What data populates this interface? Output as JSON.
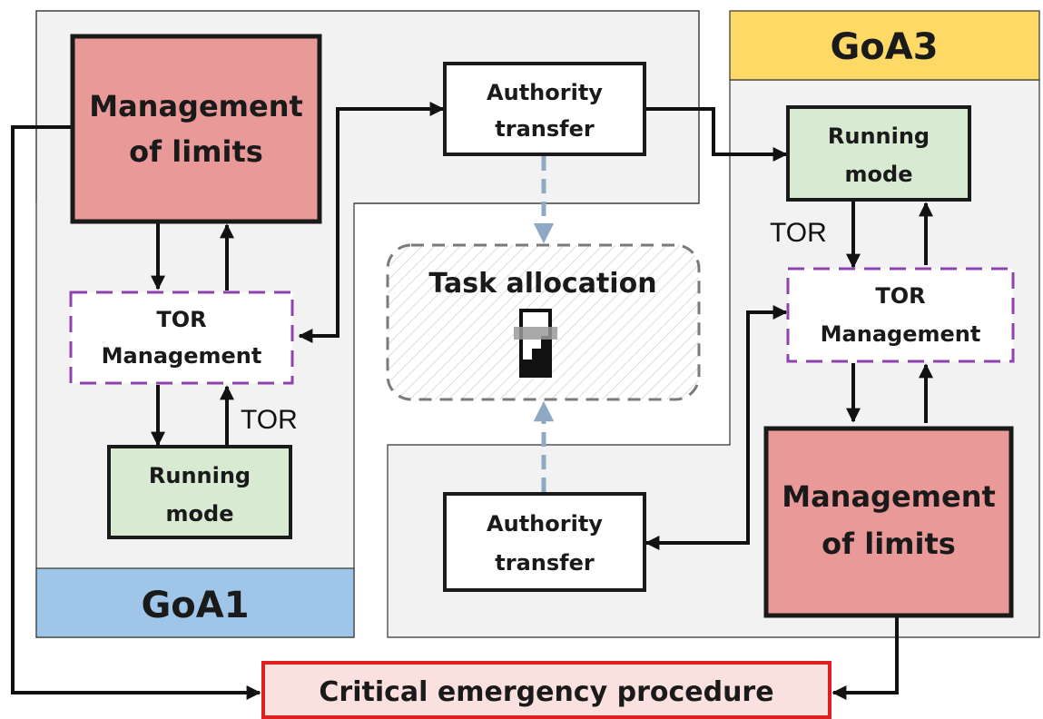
{
  "goa1": {
    "label": "GoA1",
    "color": "#9fc5e8",
    "management_of_limits": [
      "Management",
      "of limits"
    ],
    "tor_management": [
      "TOR",
      "Management"
    ],
    "running_mode": [
      "Running",
      "mode"
    ],
    "tor_arrow_label": "TOR"
  },
  "goa3": {
    "label": "GoA3",
    "color": "#ffd966",
    "management_of_limits": [
      "Management",
      "of limits"
    ],
    "tor_management": [
      "TOR",
      "Management"
    ],
    "running_mode": [
      "Running",
      "mode"
    ],
    "tor_arrow_label": "TOR"
  },
  "center": {
    "authority_transfer_top": [
      "Authority",
      "transfer"
    ],
    "authority_transfer_bottom": [
      "Authority",
      "transfer"
    ],
    "task_allocation": "Task allocation",
    "task_allocation_icon": "switch-slider-icon"
  },
  "critical_emergency_procedure": "Critical emergency procedure",
  "colors": {
    "region_fill": "#f2f2f2",
    "limits_fill": "#ea9999",
    "running_fill": "#d9ead3",
    "tor_border": "#8e44ad",
    "emergency_border": "#e02020",
    "emergency_fill": "#fbe0e0",
    "dashed_arrow": "#8fa9c4"
  }
}
